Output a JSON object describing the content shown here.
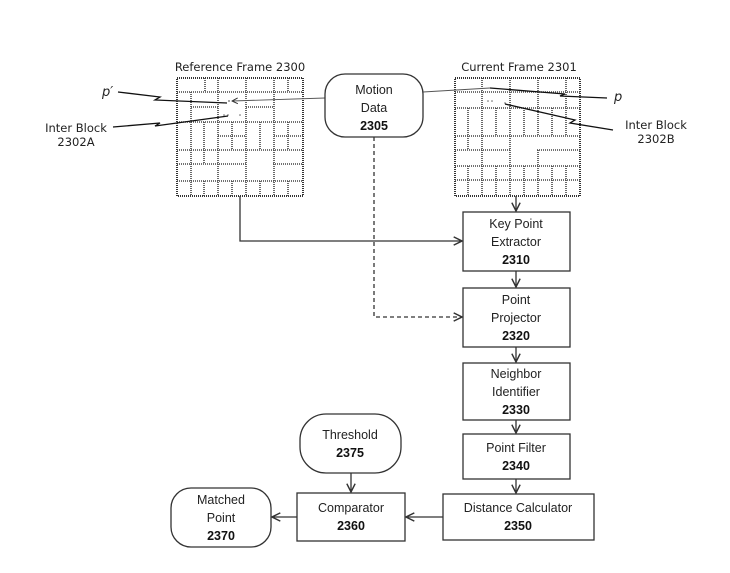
{
  "frames": {
    "reference": {
      "title": "Reference Frame 2300"
    },
    "current": {
      "title": "Current Frame 2301"
    }
  },
  "callouts": {
    "p_prime": "p′",
    "p": "p",
    "inter_block_a": {
      "line1": "Inter Block",
      "line2": "2302A"
    },
    "inter_block_b": {
      "line1": "Inter Block",
      "line2": "2302B"
    }
  },
  "nodes": {
    "motion_data": {
      "lines": [
        "Motion",
        "Data"
      ],
      "number": "2305",
      "shape": "rounded"
    },
    "key_point_extractor": {
      "lines": [
        "Key Point",
        "Extractor"
      ],
      "number": "2310",
      "shape": "rect"
    },
    "point_projector": {
      "lines": [
        "Point",
        "Projector"
      ],
      "number": "2320",
      "shape": "rect"
    },
    "neighbor_identifier": {
      "lines": [
        "Neighbor",
        "Identifier"
      ],
      "number": "2330",
      "shape": "rect"
    },
    "point_filter": {
      "lines": [
        "Point Filter"
      ],
      "number": "2340",
      "shape": "rect"
    },
    "distance_calculator": {
      "lines": [
        "Distance Calculator"
      ],
      "number": "2350",
      "shape": "rect"
    },
    "comparator": {
      "lines": [
        "Comparator"
      ],
      "number": "2360",
      "shape": "rect"
    },
    "matched_point": {
      "lines": [
        "Matched",
        "Point"
      ],
      "number": "2370",
      "shape": "rounded"
    },
    "threshold": {
      "lines": [
        "Threshold"
      ],
      "number": "2375",
      "shape": "rounded"
    }
  },
  "edges": [
    {
      "from": "current_frame",
      "to": "key_point_extractor",
      "style": "solid"
    },
    {
      "from": "reference_frame",
      "to": "key_point_extractor",
      "style": "solid"
    },
    {
      "from": "motion_data",
      "to": "point_projector",
      "style": "dashed"
    },
    {
      "from": "key_point_extractor",
      "to": "point_projector",
      "style": "solid"
    },
    {
      "from": "point_projector",
      "to": "neighbor_identifier",
      "style": "solid"
    },
    {
      "from": "neighbor_identifier",
      "to": "point_filter",
      "style": "solid"
    },
    {
      "from": "point_filter",
      "to": "distance_calculator",
      "style": "solid"
    },
    {
      "from": "distance_calculator",
      "to": "comparator",
      "style": "solid"
    },
    {
      "from": "threshold",
      "to": "comparator",
      "style": "solid"
    },
    {
      "from": "comparator",
      "to": "matched_point",
      "style": "solid"
    },
    {
      "from": "current_frame_point_p",
      "to": "reference_frame_point_p_prime",
      "style": "thin",
      "via": "motion_data"
    }
  ]
}
